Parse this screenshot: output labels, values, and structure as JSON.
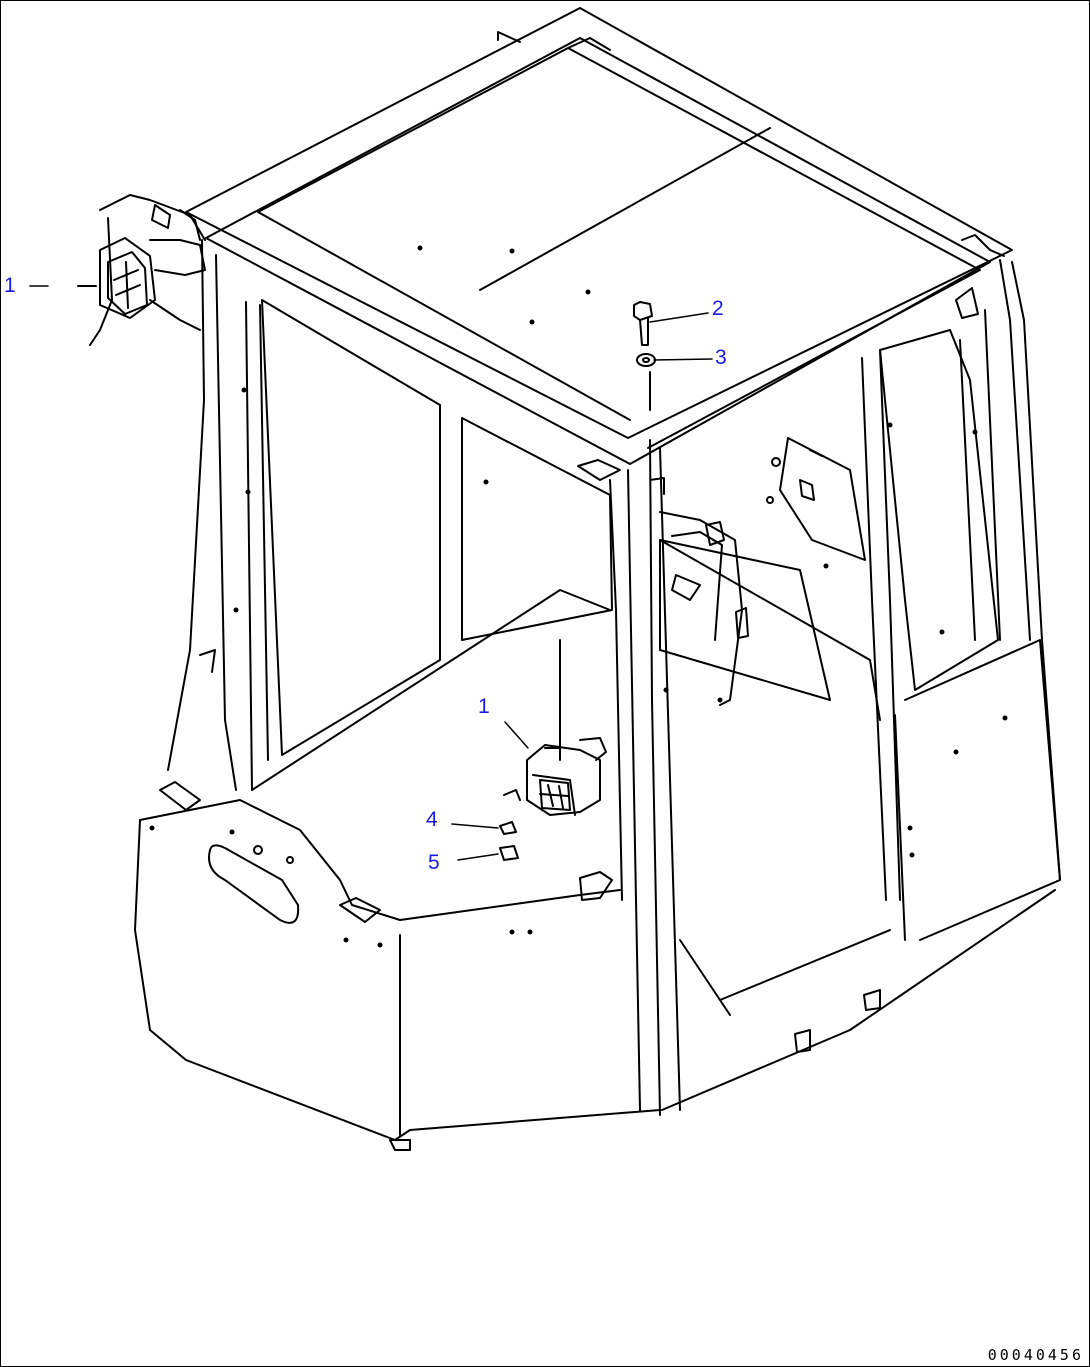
{
  "callouts": {
    "c1_top": "1",
    "c2": "2",
    "c3": "3",
    "c1_mid": "1",
    "c4": "4",
    "c5": "5"
  },
  "document_number": "00040456",
  "colors": {
    "callout": "#1a1ae0",
    "line": "#000000",
    "background": "#ffffff"
  },
  "parts": [
    "work-lamp",
    "bolt",
    "washer",
    "clip",
    "nut"
  ]
}
